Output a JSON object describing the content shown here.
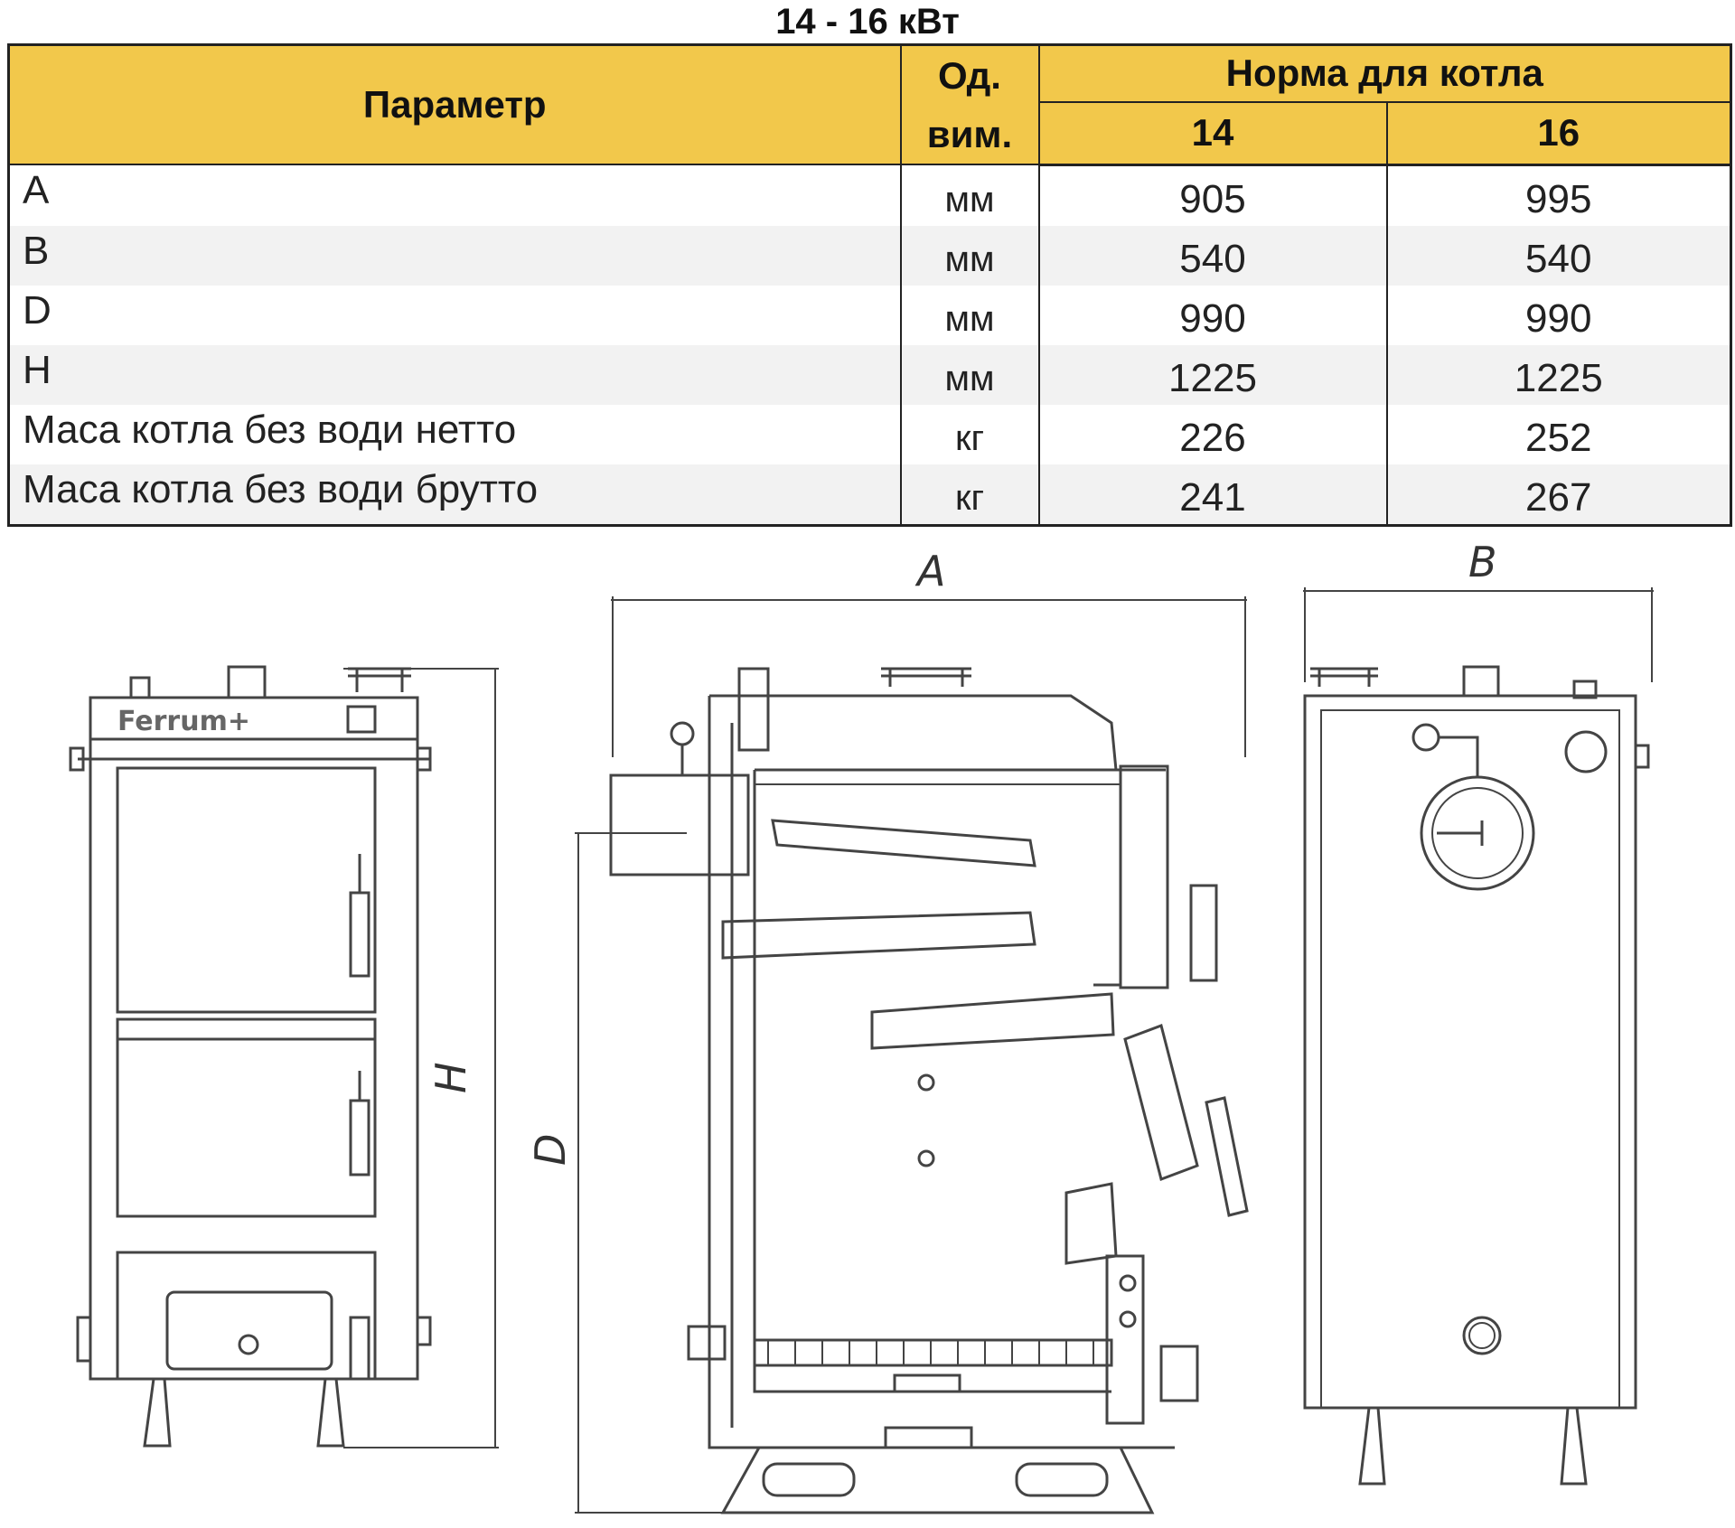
{
  "title": "14 - 16 кВт",
  "table": {
    "header": {
      "param": "Параметр",
      "unit_line1": "Од.",
      "unit_line2": "вим.",
      "norm": "Норма для котла",
      "models": [
        "14",
        "16"
      ]
    },
    "rows": [
      {
        "param": "A",
        "unit": "мм",
        "v14": "905",
        "v16": "995"
      },
      {
        "param": "B",
        "unit": "мм",
        "v14": "540",
        "v16": "540"
      },
      {
        "param": "D",
        "unit": "мм",
        "v14": "990",
        "v16": "990"
      },
      {
        "param": "H",
        "unit": "мм",
        "v14": "1225",
        "v16": "1225"
      },
      {
        "param": "Маса котла без води нетто",
        "unit": "кг",
        "v14": "226",
        "v16": "252"
      },
      {
        "param": "Маса котла без води брутто",
        "unit": "кг",
        "v14": "241",
        "v16": "267"
      }
    ]
  },
  "drawing": {
    "dim_labels": {
      "a": "A",
      "b": "B",
      "h": "H",
      "d": "D"
    },
    "logo_text": "Ferrum+"
  }
}
